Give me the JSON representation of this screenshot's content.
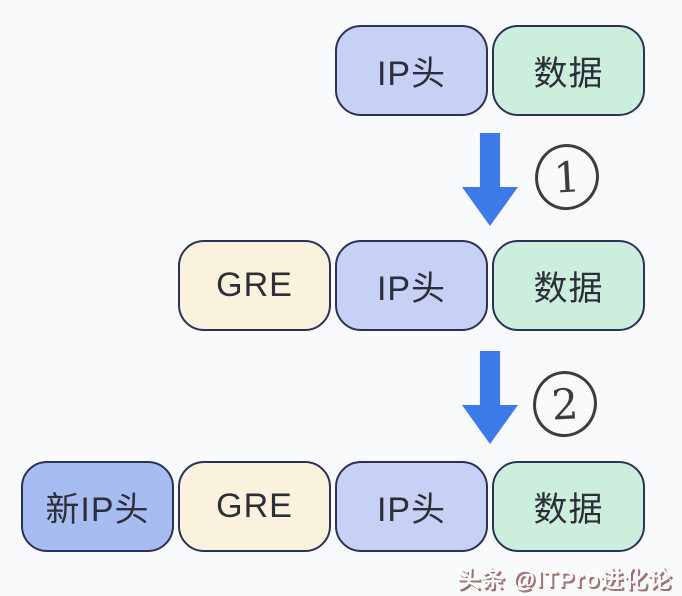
{
  "diagram": {
    "title_hint": "GRE encapsulation packet diagram",
    "rows": [
      {
        "name": "original-packet",
        "boxes": [
          {
            "label": "IP头",
            "fill": "#c7d1f5"
          },
          {
            "label": "数据",
            "fill": "#cbeedd"
          }
        ]
      },
      {
        "name": "gre-encapsulated-packet",
        "boxes": [
          {
            "label": "GRE",
            "fill": "#faf2dd"
          },
          {
            "label": "IP头",
            "fill": "#c7d1f5"
          },
          {
            "label": "数据",
            "fill": "#cbeedd"
          }
        ]
      },
      {
        "name": "new-ip-encapsulated-packet",
        "boxes": [
          {
            "label": "新IP头",
            "fill": "#a7bdf1"
          },
          {
            "label": "GRE",
            "fill": "#faf2dd"
          },
          {
            "label": "IP头",
            "fill": "#c7d1f5"
          },
          {
            "label": "数据",
            "fill": "#cbeedd"
          }
        ]
      }
    ],
    "steps": [
      {
        "number": "1"
      },
      {
        "number": "2"
      }
    ],
    "colors": {
      "background": "#f9fafc",
      "box_border": "#2c3157",
      "arrow": "#3c7ae8",
      "step_ink": "#3d3d3d",
      "watermark_shadow": "#a17070"
    },
    "watermark": "头条 @ITPro进化论"
  }
}
